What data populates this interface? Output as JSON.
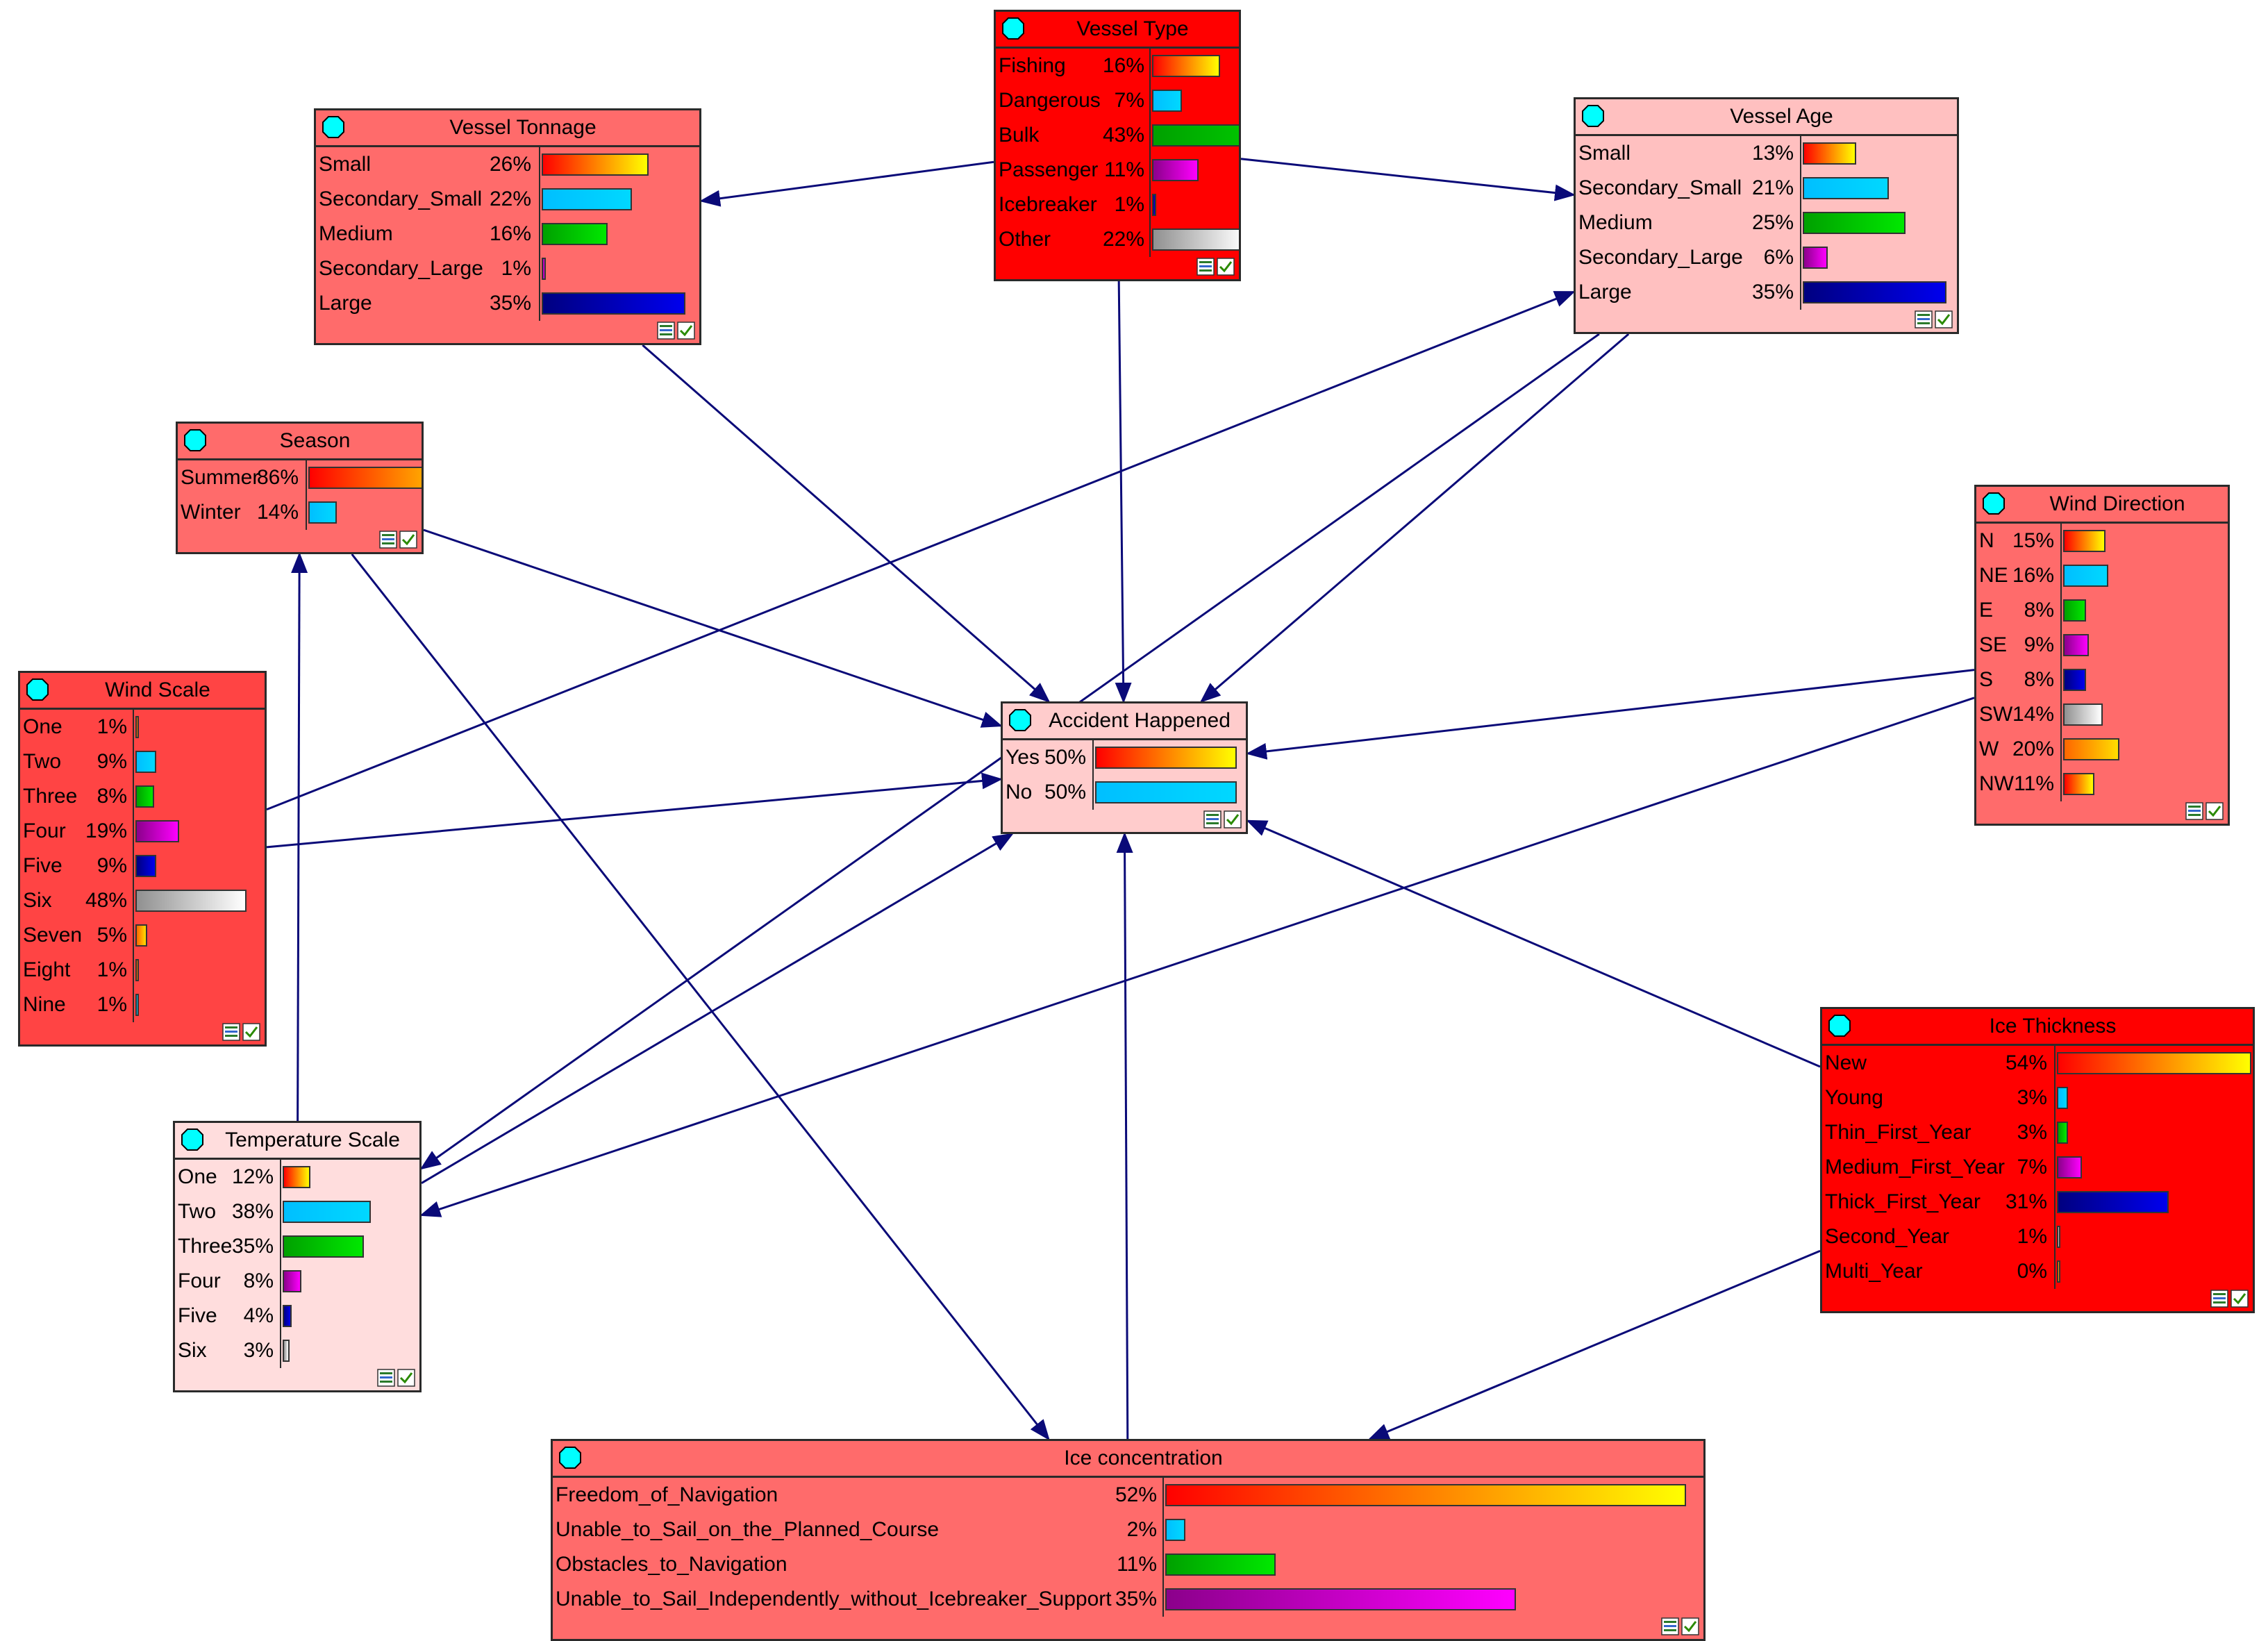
{
  "colors": {
    "edge": "#0a0a78",
    "bar_gradients": [
      [
        "#ff0000",
        "#ffff00"
      ],
      [
        "#00bfff",
        "#00d8ff"
      ],
      [
        "#00a000",
        "#00e800"
      ],
      [
        "#8b008b",
        "#ff00ff"
      ],
      [
        "#000080",
        "#0000ee"
      ],
      [
        "#909090",
        "#ffffff"
      ],
      [
        "#ff6600",
        "#ffdd00"
      ]
    ]
  },
  "nodes": [
    {
      "id": "vessel_type",
      "title": "Vessel Type",
      "bg": "#ff0000",
      "states": [
        {
          "name": "Fishing",
          "pct": "16%",
          "value": 16
        },
        {
          "name": "Dangerous",
          "pct": "7%",
          "value": 7
        },
        {
          "name": "Bulk",
          "pct": "43%",
          "value": 43
        },
        {
          "name": "Passenger",
          "pct": "11%",
          "value": 11
        },
        {
          "name": "Icebreaker",
          "pct": "1%",
          "value": 1
        },
        {
          "name": "Other",
          "pct": "22%",
          "value": 22
        }
      ]
    },
    {
      "id": "vessel_tonnage",
      "title": "Vessel Tonnage",
      "bg": "#ff6b6b",
      "states": [
        {
          "name": "Small",
          "pct": "26%",
          "value": 26
        },
        {
          "name": "Secondary_Small",
          "pct": "22%",
          "value": 22
        },
        {
          "name": "Medium",
          "pct": "16%",
          "value": 16
        },
        {
          "name": "Secondary_Large",
          "pct": "1%",
          "value": 1
        },
        {
          "name": "Large",
          "pct": "35%",
          "value": 35
        }
      ]
    },
    {
      "id": "vessel_age",
      "title": "Vessel Age",
      "bg": "#ffc0c0",
      "states": [
        {
          "name": "Small",
          "pct": "13%",
          "value": 13
        },
        {
          "name": "Secondary_Small",
          "pct": "21%",
          "value": 21
        },
        {
          "name": "Medium",
          "pct": "25%",
          "value": 25
        },
        {
          "name": "Secondary_Large",
          "pct": "6%",
          "value": 6
        },
        {
          "name": "Large",
          "pct": "35%",
          "value": 35
        }
      ]
    },
    {
      "id": "season",
      "title": "Season",
      "bg": "#ff6b6b",
      "states": [
        {
          "name": "Summer",
          "pct": "86%",
          "value": 86
        },
        {
          "name": "Winter",
          "pct": "14%",
          "value": 14
        }
      ]
    },
    {
      "id": "wind_direction",
      "title": "Wind Direction",
      "bg": "#ff6b6b",
      "states": [
        {
          "name": "N",
          "pct": "15%",
          "value": 15
        },
        {
          "name": "NE",
          "pct": "16%",
          "value": 16
        },
        {
          "name": "E",
          "pct": "8%",
          "value": 8
        },
        {
          "name": "SE",
          "pct": "9%",
          "value": 9
        },
        {
          "name": "S",
          "pct": "8%",
          "value": 8
        },
        {
          "name": "SW",
          "pct": "14%",
          "value": 14
        },
        {
          "name": "W",
          "pct": "20%",
          "value": 20
        },
        {
          "name": "NW",
          "pct": "11%",
          "value": 11
        }
      ]
    },
    {
      "id": "wind_scale",
      "title": "Wind Scale",
      "bg": "#ff4444",
      "states": [
        {
          "name": "One",
          "pct": "1%",
          "value": 1
        },
        {
          "name": "Two",
          "pct": "9%",
          "value": 9
        },
        {
          "name": "Three",
          "pct": "8%",
          "value": 8
        },
        {
          "name": "Four",
          "pct": "19%",
          "value": 19
        },
        {
          "name": "Five",
          "pct": "9%",
          "value": 9
        },
        {
          "name": "Six",
          "pct": "48%",
          "value": 48
        },
        {
          "name": "Seven",
          "pct": "5%",
          "value": 5
        },
        {
          "name": "Eight",
          "pct": "1%",
          "value": 1
        },
        {
          "name": "Nine",
          "pct": "1%",
          "value": 1
        }
      ]
    },
    {
      "id": "accident_happened",
      "title": "Accident Happened",
      "bg": "#ffcccc",
      "states": [
        {
          "name": "Yes",
          "pct": "50%",
          "value": 50
        },
        {
          "name": "No",
          "pct": "50%",
          "value": 50
        }
      ]
    },
    {
      "id": "temperature_scale",
      "title": "Temperature Scale",
      "bg": "#ffdddd",
      "states": [
        {
          "name": "One",
          "pct": "12%",
          "value": 12
        },
        {
          "name": "Two",
          "pct": "38%",
          "value": 38
        },
        {
          "name": "Three",
          "pct": "35%",
          "value": 35
        },
        {
          "name": "Four",
          "pct": "8%",
          "value": 8
        },
        {
          "name": "Five",
          "pct": "4%",
          "value": 4
        },
        {
          "name": "Six",
          "pct": "3%",
          "value": 3
        }
      ]
    },
    {
      "id": "ice_thickness",
      "title": "Ice Thickness",
      "bg": "#ff0000",
      "states": [
        {
          "name": "New",
          "pct": "54%",
          "value": 54
        },
        {
          "name": "Young",
          "pct": "3%",
          "value": 3
        },
        {
          "name": "Thin_First_Year",
          "pct": "3%",
          "value": 3
        },
        {
          "name": "Medium_First_Year",
          "pct": "7%",
          "value": 7
        },
        {
          "name": "Thick_First_Year",
          "pct": "31%",
          "value": 31
        },
        {
          "name": "Second_Year",
          "pct": "1%",
          "value": 1
        },
        {
          "name": "Multi_Year",
          "pct": "0%",
          "value": 0
        }
      ]
    },
    {
      "id": "ice_concentration",
      "title": "Ice concentration",
      "bg": "#ff6b6b",
      "states": [
        {
          "name": "Freedom_of_Navigation",
          "pct": "52%",
          "value": 52
        },
        {
          "name": "Unable_to_Sail_on_the_Planned_Course",
          "pct": "2%",
          "value": 2
        },
        {
          "name": "Obstacles_to_Navigation",
          "pct": "11%",
          "value": 11
        },
        {
          "name": "Unable_to_Sail_Independently_without_Icebreaker_Support",
          "pct": "35%",
          "value": 35
        }
      ]
    }
  ],
  "edges": [
    {
      "from": "vessel_type",
      "to": "vessel_tonnage"
    },
    {
      "from": "vessel_type",
      "to": "vessel_age"
    },
    {
      "from": "vessel_type",
      "to": "accident_happened"
    },
    {
      "from": "vessel_tonnage",
      "to": "accident_happened"
    },
    {
      "from": "vessel_age",
      "to": "accident_happened"
    },
    {
      "from": "vessel_age",
      "to": "temperature_scale"
    },
    {
      "from": "season",
      "to": "accident_happened"
    },
    {
      "from": "season",
      "to": "ice_concentration"
    },
    {
      "from": "wind_scale",
      "to": "vessel_age"
    },
    {
      "from": "wind_scale",
      "to": "accident_happened"
    },
    {
      "from": "temperature_scale",
      "to": "season"
    },
    {
      "from": "temperature_scale",
      "to": "accident_happened"
    },
    {
      "from": "wind_direction",
      "to": "accident_happened"
    },
    {
      "from": "wind_direction",
      "to": "temperature_scale"
    },
    {
      "from": "ice_thickness",
      "to": "accident_happened"
    },
    {
      "from": "ice_thickness",
      "to": "ice_concentration"
    },
    {
      "from": "ice_concentration",
      "to": "accident_happened"
    }
  ]
}
